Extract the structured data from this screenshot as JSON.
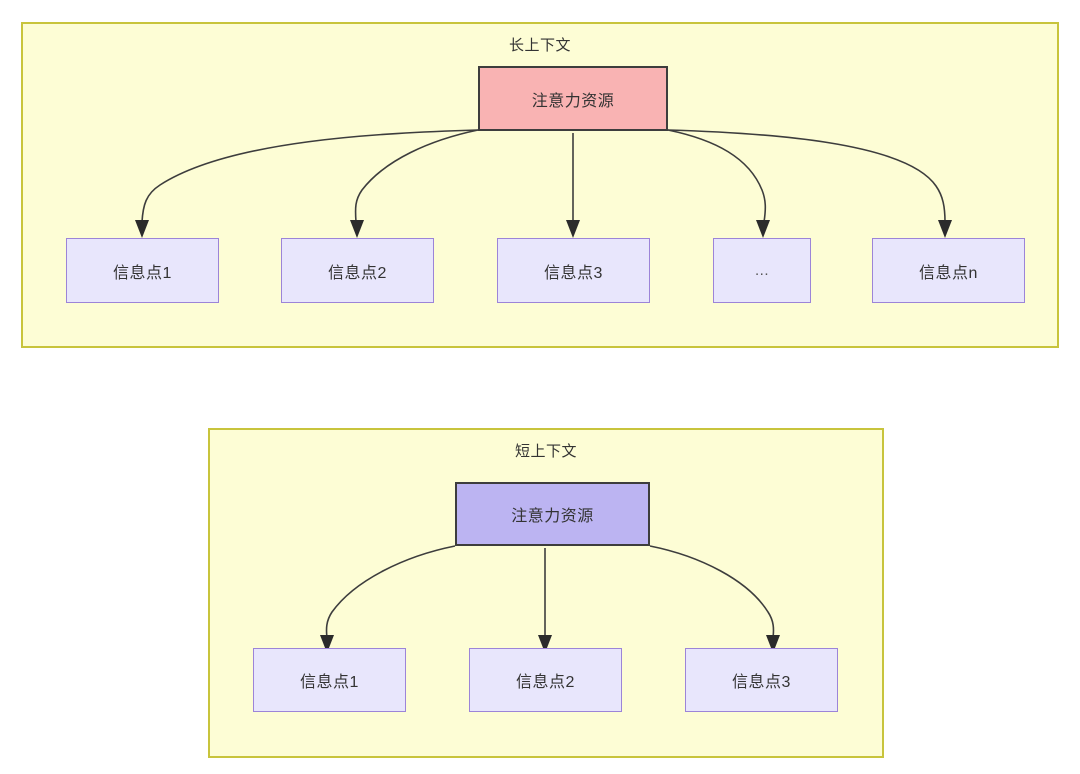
{
  "diagram": {
    "title_long": "长上下文",
    "title_short": "短上下文",
    "colors": {
      "panel_fill": "#fdfdd5",
      "panel_border": "#c8c43c",
      "attention_long_fill": "#f9b3b3",
      "attention_short_fill": "#bcb4f2",
      "info_fill": "#e8e6fc",
      "info_border": "#9c84d8",
      "edge": "#3d3d3d",
      "text": "#333333"
    },
    "panels": [
      {
        "name": "long-context",
        "title": "长上下文",
        "root": {
          "label": "注意力资源"
        },
        "children": [
          {
            "label": "信息点1"
          },
          {
            "label": "信息点2"
          },
          {
            "label": "信息点3"
          },
          {
            "label": "..."
          },
          {
            "label": "信息点n"
          }
        ]
      },
      {
        "name": "short-context",
        "title": "短上下文",
        "root": {
          "label": "注意力资源"
        },
        "children": [
          {
            "label": "信息点1"
          },
          {
            "label": "信息点2"
          },
          {
            "label": "信息点3"
          }
        ]
      }
    ]
  }
}
